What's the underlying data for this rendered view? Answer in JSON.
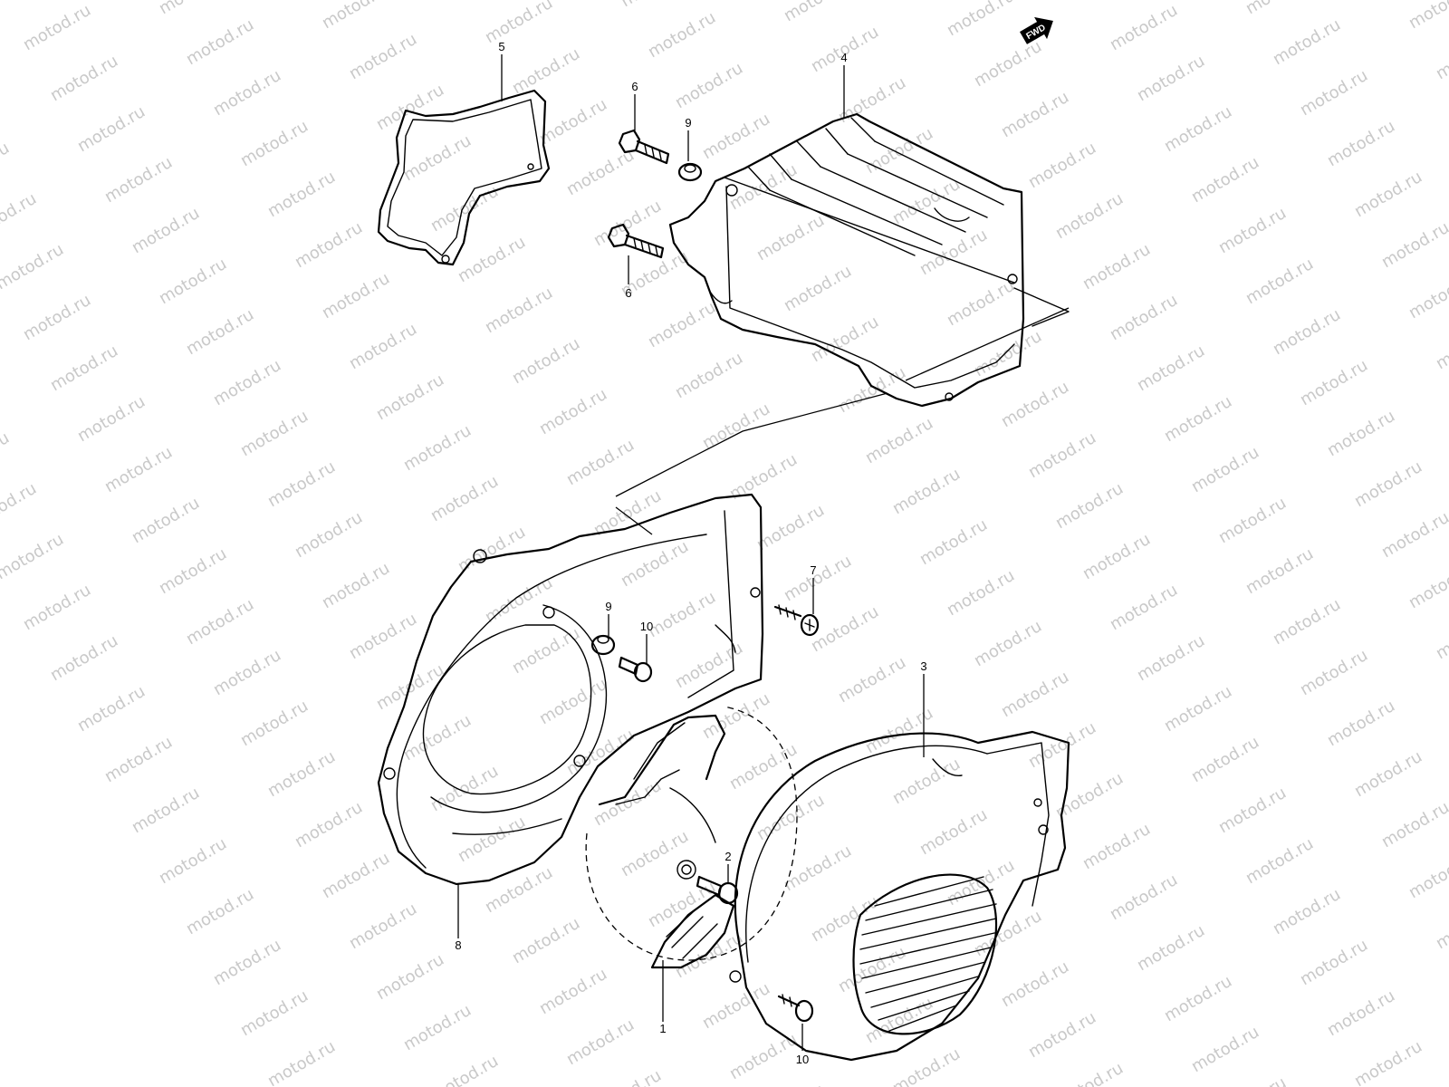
{
  "watermark": "motod.ru",
  "fwd_label": "FWD",
  "callouts": {
    "fan": "1",
    "bolt_fan": "2",
    "fan_cover": "3",
    "cylinder_shroud": "4",
    "plate": "5",
    "bolt_upper_a": "6",
    "bolt_upper_b": "6",
    "screw_shroud": "7",
    "housing": "8",
    "cushion_upper": "9",
    "cushion_lower": "9",
    "bolt_lower": "10",
    "screw_cover": "10"
  },
  "colors": {
    "line": "#000000",
    "watermark": "#c9c9c9",
    "background": "#ffffff"
  }
}
